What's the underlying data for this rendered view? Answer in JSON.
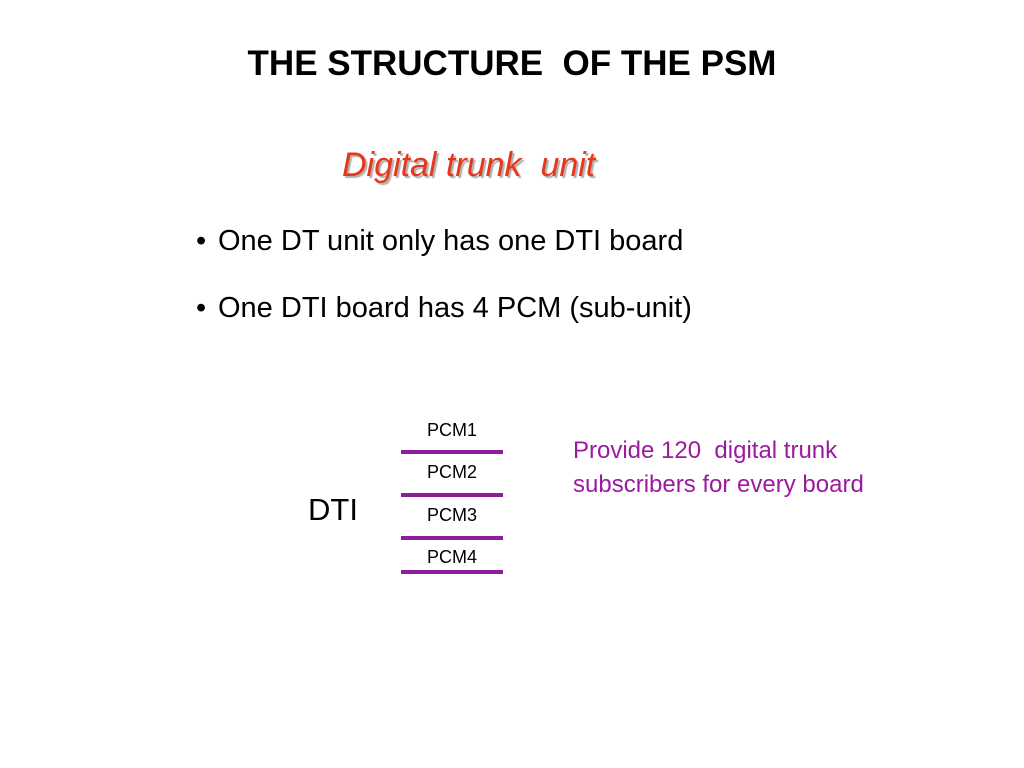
{
  "title": "THE STRUCTURE  OF THE PSM",
  "subtitle": "Digital trunk  unit",
  "bullets": [
    "One DT unit only has one DTI board",
    "One DTI board has 4 PCM (sub-unit)"
  ],
  "diagram": {
    "board_label": "DTI",
    "pcms": [
      "PCM1",
      "PCM2",
      "PCM3",
      "PCM4"
    ],
    "note_lines": [
      "Provide 120  digital trunk",
      "subscribers for every board"
    ]
  },
  "colors": {
    "subtitle": "#e8361c",
    "pcm_line": "#8e1d9e",
    "note": "#9a1aa0"
  }
}
